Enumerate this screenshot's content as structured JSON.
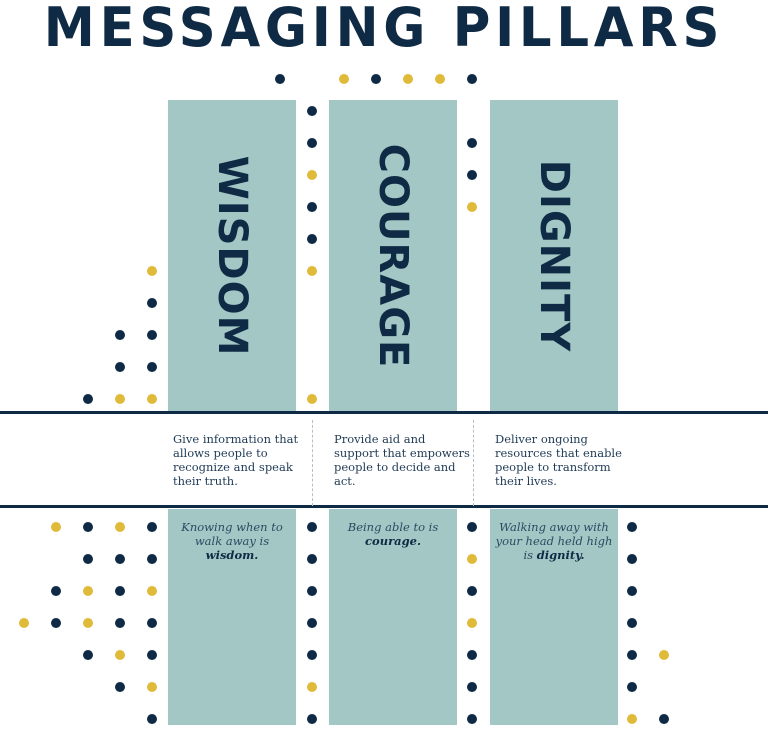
{
  "title": "MESSAGING PILLARS",
  "colors": {
    "navy": "#0f2a44",
    "teal": "#a2c7c5",
    "gold": "#e0bb3a"
  },
  "pillars": [
    {
      "name": "WISDOM",
      "description": "Give information that allows people to recognize and speak their truth.",
      "quote_pre": "Knowing when to walk away is ",
      "quote_bold": "wisdom."
    },
    {
      "name": "COURAGE",
      "description": "Provide aid and support that empowers people to decide and act.",
      "quote_pre": "Being able to is ",
      "quote_bold": "courage."
    },
    {
      "name": "DIGNITY",
      "description": "Deliver ongoing resources that enable people to transform their lives.",
      "quote_pre": "Walking away with your head held high is ",
      "quote_bold": "dignity."
    }
  ]
}
